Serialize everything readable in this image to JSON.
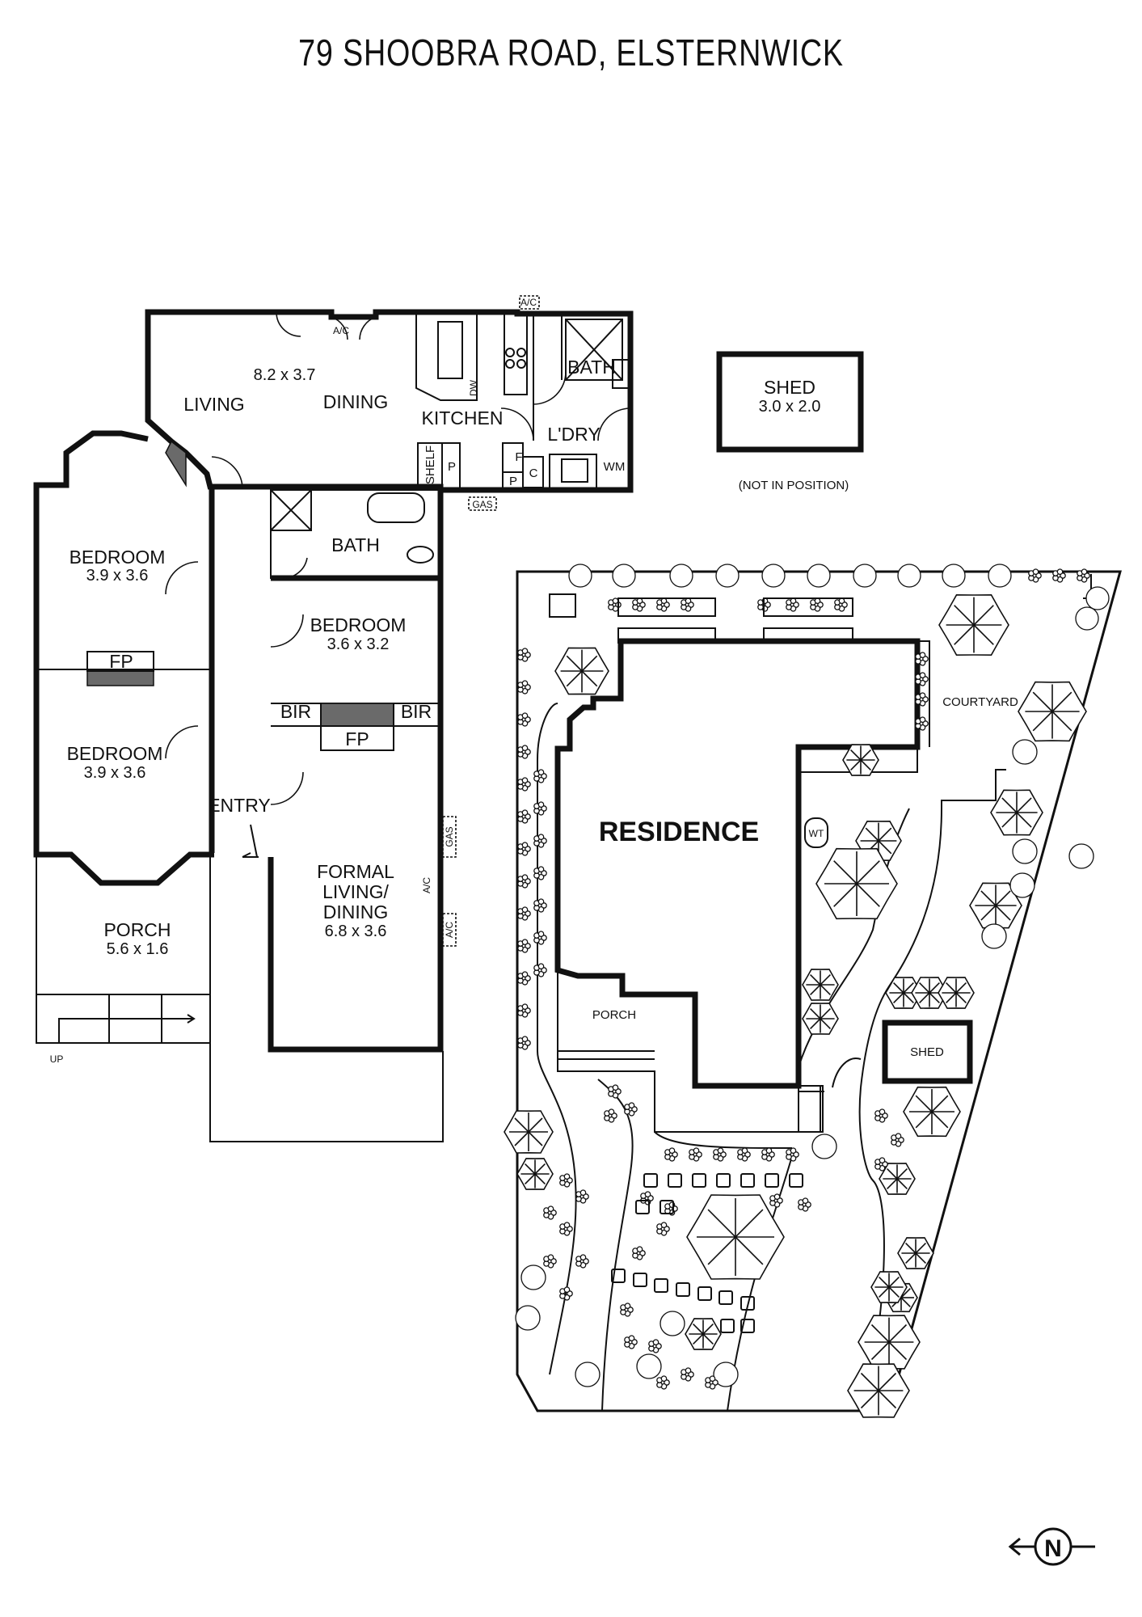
{
  "title": "79 SHOOBRA ROAD, ELSTERNWICK",
  "floor_plan": {
    "rooms": {
      "living": "LIVING",
      "dining": "DINING",
      "living_dining_dims": "8.2 x 3.7",
      "kitchen": "KITCHEN",
      "bath_rear": "BATH",
      "laundry": "L'DRY",
      "bath_mid": "BATH",
      "bedroom_front_upper": "BEDROOM",
      "bedroom_front_upper_dims": "3.9 x 3.6",
      "bedroom_front_lower": "BEDROOM",
      "bedroom_front_lower_dims": "3.9 x 3.6",
      "bedroom_mid": "BEDROOM",
      "bedroom_mid_dims": "3.6 x 3.2",
      "entry": "ENTRY",
      "formal_line1": "FORMAL",
      "formal_line2": "LIVING/",
      "formal_line3": "DINING",
      "formal_dims": "6.8 x 3.6",
      "porch": "PORCH",
      "porch_dims": "5.6 x 1.6"
    },
    "fixtures": {
      "fp": "FP",
      "bir": "BIR",
      "shelf": "SHELF",
      "pantry": "P",
      "fridge": "F",
      "cupboard": "C",
      "wm": "WM",
      "dw": "DW",
      "ac": "A/C",
      "gas": "GAS",
      "up": "UP"
    },
    "shed": {
      "label": "SHED",
      "dims": "3.0 x 2.0",
      "note": "(NOT IN POSITION)"
    }
  },
  "site_plan": {
    "residence": "RESIDENCE",
    "courtyard": "COURTYARD",
    "porch": "PORCH",
    "shed": "SHED",
    "wt": "WT"
  },
  "compass": {
    "letter": "N"
  }
}
